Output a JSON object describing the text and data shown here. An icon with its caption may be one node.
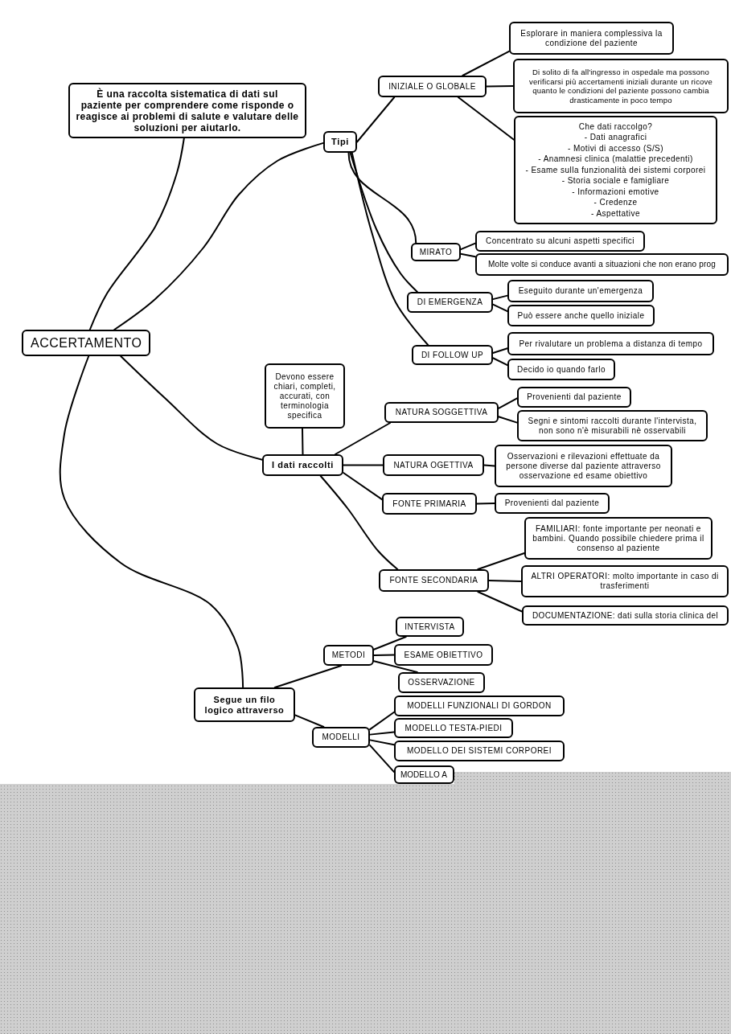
{
  "diagram": {
    "nodes": [
      {
        "text": [
          "ACCERTAMENTO"
        ]
      },
      {
        "text": [
          "È una raccolta sistematica di dati sul paziente per comprendere come risponde o reagisce ai problemi di salute e valutare delle soluzioni per aiutarlo."
        ]
      },
      {
        "text": [
          "Tipi"
        ]
      },
      {
        "text": [
          "INIZIALE O GLOBALE"
        ]
      },
      {
        "text": [
          "Esplorare in maniera complessiva la condizione del paziente"
        ]
      },
      {
        "text": [
          "Di solito di fa all'ingresso in ospedale ma possono verificarsi più accertamenti iniziali durante un ricove quanto le condizioni del paziente possono cambia drasticamente in poco tempo"
        ]
      },
      {
        "text": [
          "Che dati raccolgo?",
          "- Dati anagrafici",
          "- Motivi di accesso (S/S)",
          "- Anamnesi clinica (malattie precedenti)",
          "- Esame sulla funzionalità dei sistemi corporei",
          "- Storia sociale e famigliare",
          "- Informazioni emotive",
          "- Credenze",
          "- Aspettative"
        ]
      },
      {
        "text": [
          "MIRATO"
        ]
      },
      {
        "text": [
          "Concentrato su alcuni aspetti specifici"
        ]
      },
      {
        "text": [
          "Molte volte si conduce avanti a situazioni che non erano prog"
        ]
      },
      {
        "text": [
          "DI EMERGENZA"
        ]
      },
      {
        "text": [
          "Eseguito durante un'emergenza"
        ]
      },
      {
        "text": [
          "Può essere anche quello iniziale"
        ]
      },
      {
        "text": [
          "DI FOLLOW UP"
        ]
      },
      {
        "text": [
          "Per rivalutare un problema a distanza di tempo"
        ]
      },
      {
        "text": [
          "Decido io quando farlo"
        ]
      },
      {
        "text": [
          "I dati raccolti"
        ]
      },
      {
        "text": [
          "Devono essere chiari, completi, accurati, con terminologia specifica"
        ]
      },
      {
        "text": [
          "NATURA SOGGETTIVA"
        ]
      },
      {
        "text": [
          "Provenienti dal paziente"
        ]
      },
      {
        "text": [
          "Segni e sintomi raccolti durante l'intervista, non sono n'è misurabili nè osservabili"
        ]
      },
      {
        "text": [
          "NATURA OGETTIVA"
        ]
      },
      {
        "text": [
          "Osservazioni e rilevazioni effettuate da persone diverse dal paziente attraverso osservazione ed esame obiettivo"
        ]
      },
      {
        "text": [
          "FONTE PRIMARIA"
        ]
      },
      {
        "text": [
          "Provenienti dal paziente"
        ]
      },
      {
        "text": [
          "FONTE SECONDARIA"
        ]
      },
      {
        "text": [
          "FAMILIARI: fonte importante per neonati e bambini. Quando possibile chiedere prima il consenso al paziente"
        ]
      },
      {
        "text": [
          "ALTRI OPERATORI: molto importante in caso di trasferimenti"
        ]
      },
      {
        "text": [
          "DOCUMENTAZIONE: dati sulla storia clinica del"
        ]
      },
      {
        "text": [
          "Segue un filo logico attraverso"
        ]
      },
      {
        "text": [
          "METODI"
        ]
      },
      {
        "text": [
          "INTERVISTA"
        ]
      },
      {
        "text": [
          "ESAME OBIETTIVO"
        ]
      },
      {
        "text": [
          "OSSERVAZIONE"
        ]
      },
      {
        "text": [
          "MODELLI"
        ]
      },
      {
        "text": [
          "MODELLI FUNZIONALI DI GORDON"
        ]
      },
      {
        "text": [
          "MODELLO TESTA-PIEDI"
        ]
      },
      {
        "text": [
          "MODELLO DEI SISTEMI CORPOREI"
        ]
      },
      {
        "text": [
          "MODELLO A"
        ]
      }
    ],
    "edges": [
      {
        "from": 0,
        "to": 1,
        "arrow": "none"
      },
      {
        "from": 0,
        "to": 2,
        "arrow": "none"
      },
      {
        "from": 0,
        "to": 16,
        "arrow": "none"
      },
      {
        "from": 0,
        "to": 29,
        "arrow": "none"
      },
      {
        "from": 2,
        "to": 3,
        "arrow": "none"
      },
      {
        "from": 2,
        "to": 7,
        "arrow": "none"
      },
      {
        "from": 2,
        "to": 10,
        "arrow": "none"
      },
      {
        "from": 2,
        "to": 13,
        "arrow": "none"
      },
      {
        "from": 3,
        "to": 4,
        "arrow": "none"
      },
      {
        "from": 3,
        "to": 5,
        "arrow": "none"
      },
      {
        "from": 3,
        "to": 6,
        "arrow": "none"
      },
      {
        "from": 7,
        "to": 8,
        "arrow": "none"
      },
      {
        "from": 7,
        "to": 9,
        "arrow": "none"
      },
      {
        "from": 10,
        "to": 11,
        "arrow": "none"
      },
      {
        "from": 10,
        "to": 12,
        "arrow": "none"
      },
      {
        "from": 13,
        "to": 14,
        "arrow": "none"
      },
      {
        "from": 13,
        "to": 15,
        "arrow": "none"
      },
      {
        "from": 16,
        "to": 17,
        "arrow": "none"
      },
      {
        "from": 16,
        "to": 18,
        "arrow": "none"
      },
      {
        "from": 16,
        "to": 21,
        "arrow": "none"
      },
      {
        "from": 16,
        "to": 23,
        "arrow": "none"
      },
      {
        "from": 16,
        "to": 25,
        "arrow": "none"
      },
      {
        "from": 18,
        "to": 19,
        "arrow": "none"
      },
      {
        "from": 18,
        "to": 20,
        "arrow": "none"
      },
      {
        "from": 21,
        "to": 22,
        "arrow": "none"
      },
      {
        "from": 23,
        "to": 24,
        "arrow": "none"
      },
      {
        "from": 25,
        "to": 26,
        "arrow": "none"
      },
      {
        "from": 25,
        "to": 27,
        "arrow": "none"
      },
      {
        "from": 25,
        "to": 28,
        "arrow": "none"
      },
      {
        "from": 29,
        "to": 30,
        "arrow": "none"
      },
      {
        "from": 29,
        "to": 34,
        "arrow": "none"
      },
      {
        "from": 30,
        "to": 31,
        "arrow": "none"
      },
      {
        "from": 30,
        "to": 32,
        "arrow": "none"
      },
      {
        "from": 30,
        "to": 33,
        "arrow": "none"
      },
      {
        "from": 34,
        "to": 35,
        "arrow": "none"
      },
      {
        "from": 34,
        "to": 36,
        "arrow": "none"
      },
      {
        "from": 34,
        "to": 37,
        "arrow": "none"
      },
      {
        "from": 34,
        "to": 38,
        "arrow": "none"
      }
    ]
  }
}
